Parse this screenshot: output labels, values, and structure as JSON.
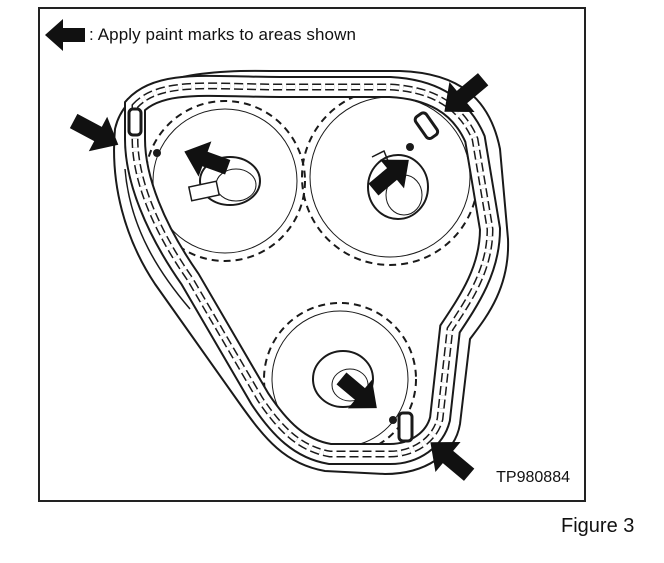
{
  "legend": {
    "icon": "arrow-left-icon",
    "text": ": Apply paint marks to areas shown"
  },
  "diagram": {
    "reference_code": "TP980884",
    "ink_color": "#1a1a1a"
  },
  "caption": "Figure 3"
}
